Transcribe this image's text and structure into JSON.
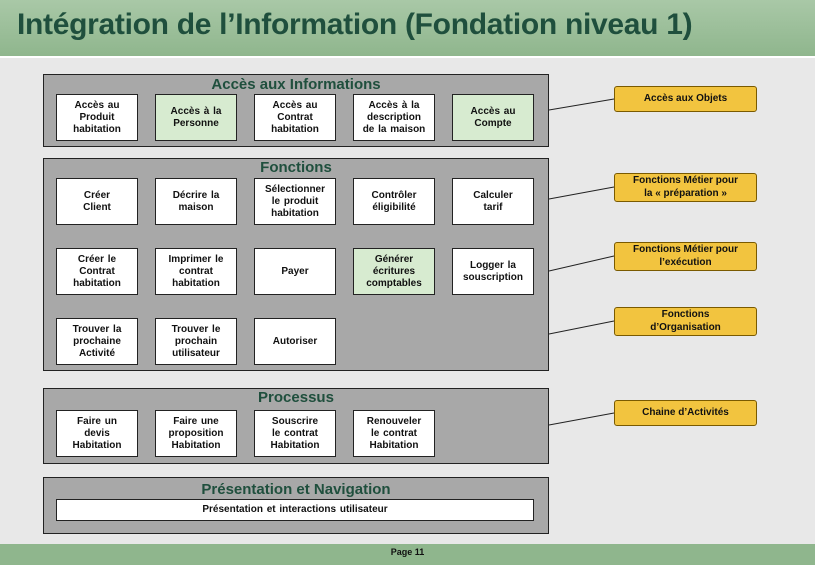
{
  "header": {
    "title": "Intégration de l’Information (Fondation niveau 1)"
  },
  "footer": {
    "page_label": "Page  11"
  },
  "sections": {
    "acces": {
      "title": "Accès aux Informations",
      "boxes": [
        "Accès  au\nProduit\nhabitation",
        "Accès  à la\nPersonne",
        "Accès  au\nContrat\nhabitation",
        "Accès  à la\ndescription\nde la maison",
        "Accès  au\nCompte"
      ]
    },
    "fonctions": {
      "title": "Fonctions",
      "row1": [
        "Créer\nClient",
        "Décrire la\nmaison",
        "Sélectionner\nle produit\nhabitation",
        "Contrôler\néligibilité",
        "Calculer\ntarif"
      ],
      "row2": [
        "Créer le\nContrat\nhabitation",
        "Imprimer le\ncontrat\nhabitation",
        "Payer",
        "Générer\nécritures\ncomptables",
        "Logger la\nsouscription"
      ],
      "row3": [
        "Trouver la\nprochaine\nActivité",
        "Trouver le\nprochain\nutilisateur",
        "Autoriser"
      ]
    },
    "processus": {
      "title": "Processus",
      "boxes": [
        "Faire un\ndevis\nHabitation",
        "Faire une\nproposition\nHabitation",
        "Souscrire\nle contrat\nHabitation",
        "Renouveler\nle contrat\nHabitation"
      ]
    },
    "presentation": {
      "title": "Présentation et Navigation",
      "box": "Présentation  et interactions  utilisateur"
    }
  },
  "callouts": {
    "objets": "Accès  aux Objets",
    "preparation": "Fonctions Métier pour\nla « préparation »",
    "execution": "Fonctions Métier pour\nl’exécution",
    "organisation": "Fonctions\nd’Organisation",
    "chaine": "Chaine d’Activités"
  },
  "colors": {
    "header_green": "#8fb68d",
    "title_text": "#1f4f3d",
    "panel_gray": "#a8a8a8",
    "highlight_green": "#d7ebd0",
    "callout_yellow": "#f2c43f"
  }
}
